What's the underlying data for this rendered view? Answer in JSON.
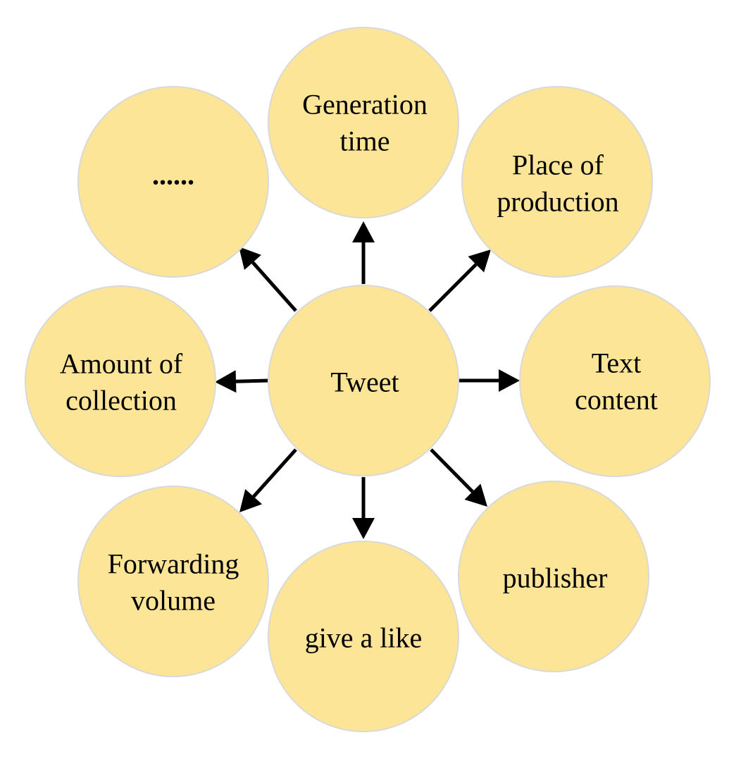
{
  "diagram": {
    "node_fill": "#fce597",
    "node_stroke": "#d9d9d9",
    "arrow_color": "#000000",
    "center": {
      "id": "tweet",
      "lines": [
        "Tweet"
      ]
    },
    "satellites": [
      {
        "id": "generation-time",
        "lines": [
          "Generation",
          "time"
        ]
      },
      {
        "id": "place-of-production",
        "lines": [
          "Place of",
          "production"
        ]
      },
      {
        "id": "text-content",
        "lines": [
          "Text",
          "content"
        ]
      },
      {
        "id": "publisher",
        "lines": [
          "publisher"
        ]
      },
      {
        "id": "give-a-like",
        "lines": [
          "give a like"
        ]
      },
      {
        "id": "forwarding-volume",
        "lines": [
          "Forwarding",
          "volume"
        ]
      },
      {
        "id": "amount-of-collection",
        "lines": [
          "Amount of",
          "collection"
        ]
      },
      {
        "id": "ellipsis",
        "lines": [
          "......"
        ]
      }
    ]
  }
}
